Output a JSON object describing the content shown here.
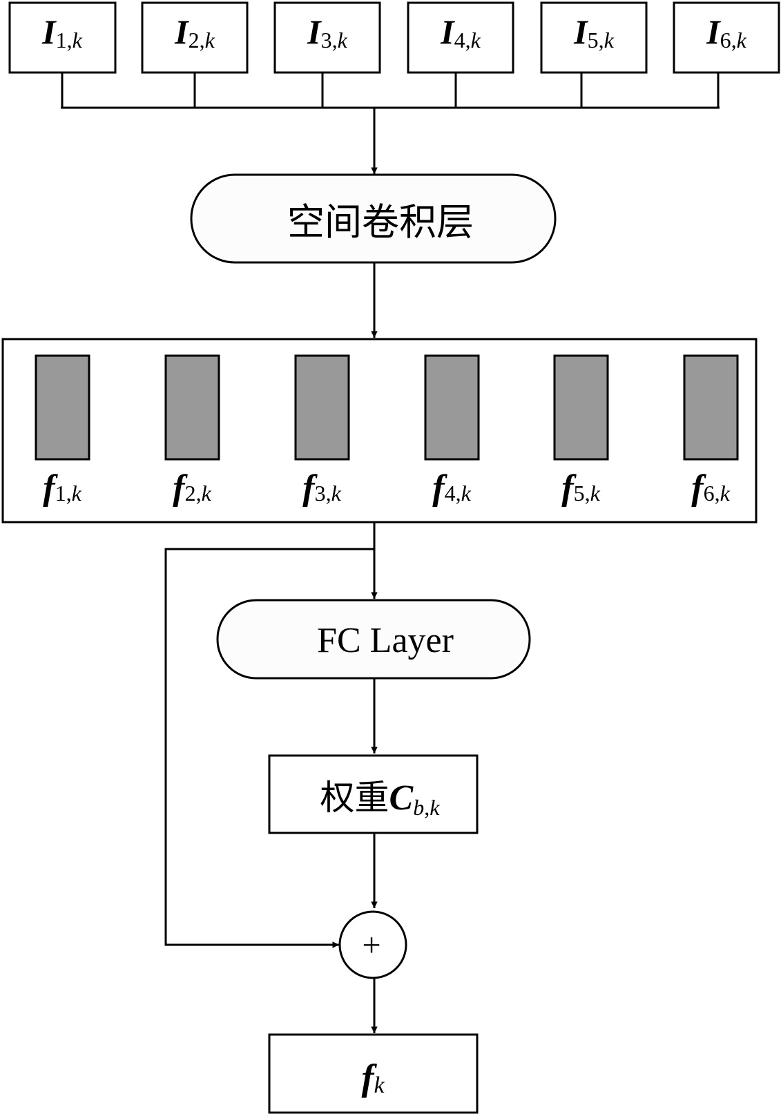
{
  "inputs": [
    {
      "main": "I",
      "sub": "1,",
      "subk": "k"
    },
    {
      "main": "I",
      "sub": "2,",
      "subk": "k"
    },
    {
      "main": "I",
      "sub": "3,",
      "subk": "k"
    },
    {
      "main": "I",
      "sub": "4,",
      "subk": "k"
    },
    {
      "main": "I",
      "sub": "5,",
      "subk": "k"
    },
    {
      "main": "I",
      "sub": "6,",
      "subk": "k"
    }
  ],
  "spatial_conv_label": "空间卷积层",
  "features": [
    {
      "main": "f",
      "sub": "1,",
      "subk": "k"
    },
    {
      "main": "f",
      "sub": "2,",
      "subk": "k"
    },
    {
      "main": "f",
      "sub": "3,",
      "subk": "k"
    },
    {
      "main": "f",
      "sub": "4,",
      "subk": "k"
    },
    {
      "main": "f",
      "sub": "5,",
      "subk": "k"
    },
    {
      "main": "f",
      "sub": "6,",
      "subk": "k"
    }
  ],
  "fc_label": "FC Layer",
  "weight": {
    "prefix": "权重",
    "main": "C",
    "sub_b": "b",
    "sub_comma": ",",
    "sub_k": "k"
  },
  "sum_symbol": "+",
  "output": {
    "main": "f",
    "sub": "k"
  },
  "colors": {
    "line": "#000000",
    "feature_fill": "#999999",
    "pill_fill": "#fcfcfc"
  }
}
